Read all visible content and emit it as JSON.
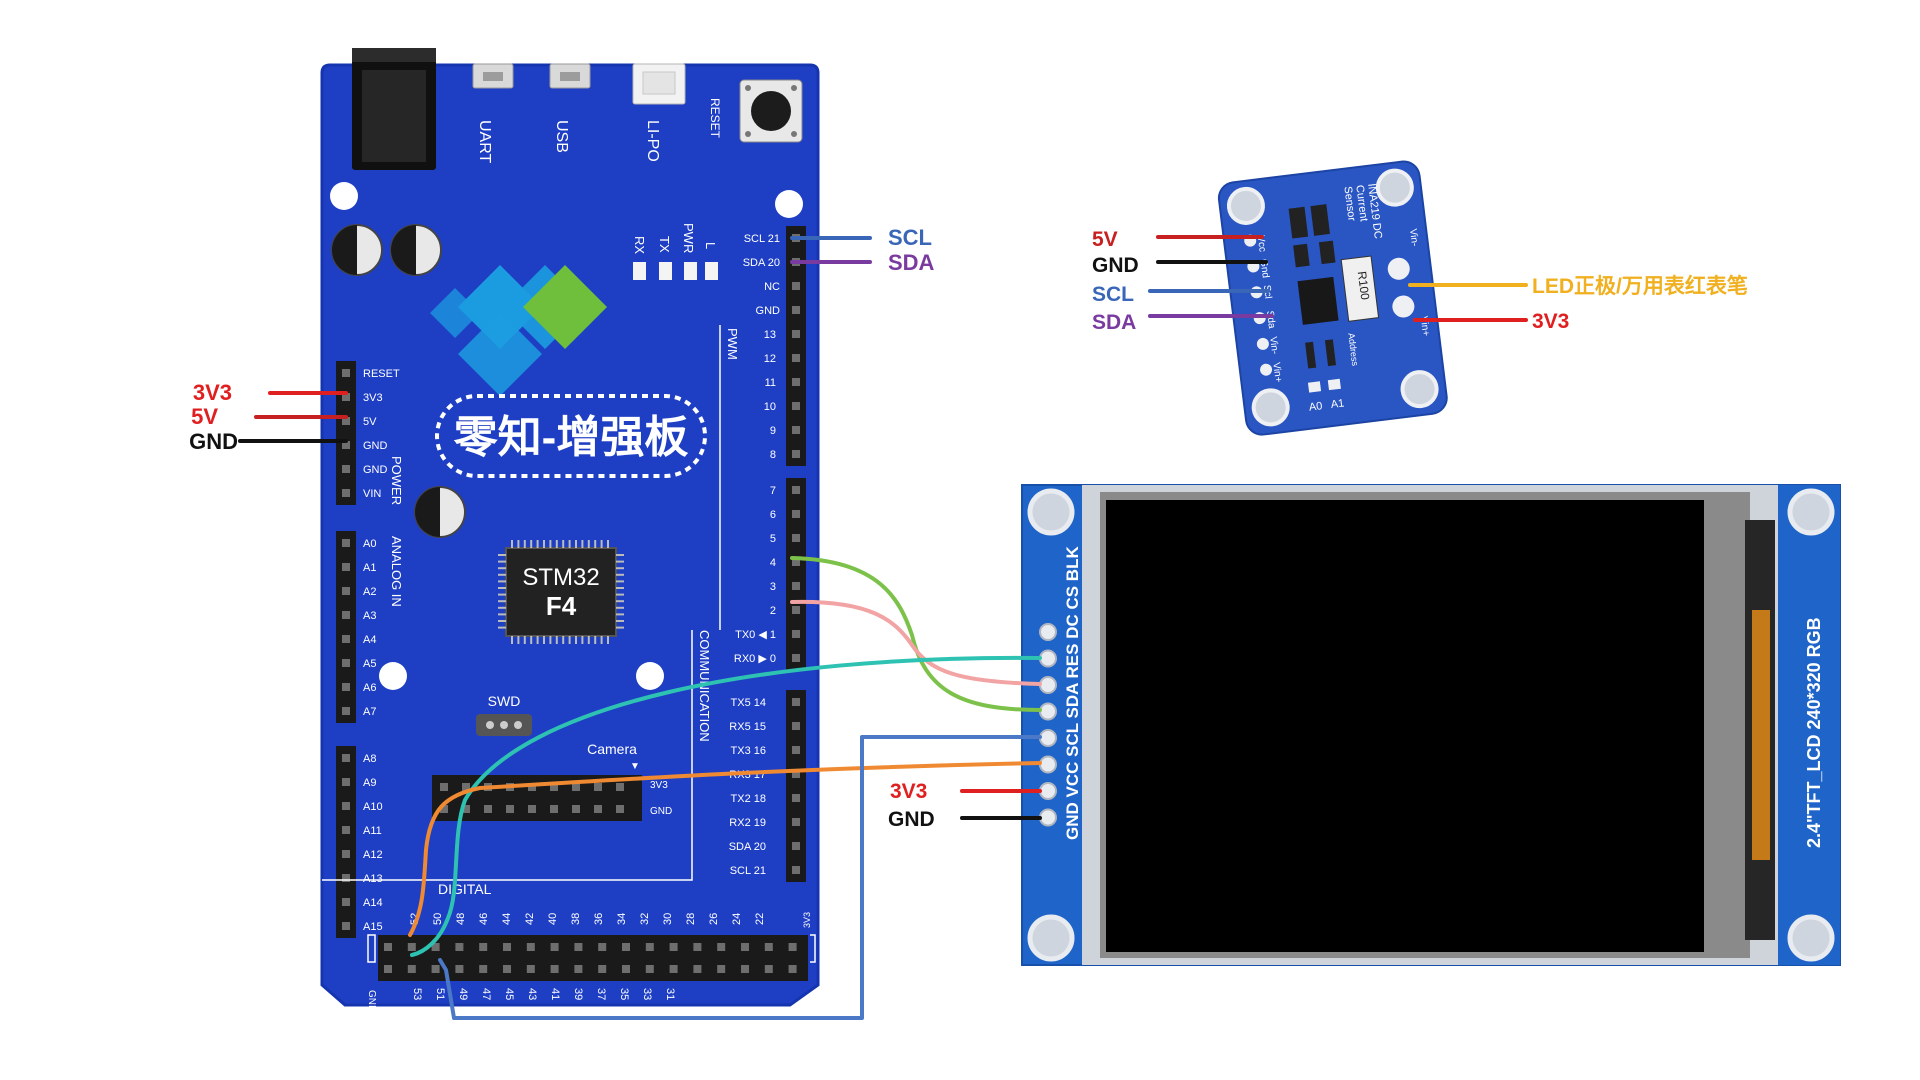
{
  "board": {
    "title": "零知-增强板",
    "chip_line1": "STM32",
    "chip_line2": "F4",
    "top_connectors": [
      "UART",
      "USB",
      "LI-PO"
    ],
    "reset_label": "RESET",
    "leds": [
      "RX",
      "TX",
      "PWR",
      "L"
    ],
    "top_right_pins": [
      "SCL 21",
      "SDA 20",
      "NC",
      "GND"
    ],
    "pwm_label": "PWM",
    "pwm_pins": [
      "13",
      "12",
      "11",
      "10",
      "9",
      "8"
    ],
    "digital_pins_right": [
      "7",
      "6",
      "5",
      "4",
      "3",
      "2"
    ],
    "serial0_pins": [
      "TX0 ◀ 1",
      "RX0 ▶ 0"
    ],
    "communication_label": "COMMUNICATION",
    "comm_pins": [
      "TX5 14",
      "RX5 15",
      "TX3 16",
      "RX3 17",
      "TX2 18",
      "RX2 19",
      "SDA 20",
      "SCL 21"
    ],
    "power_label": "POWER",
    "power_pins": [
      "RESET",
      "3V3",
      "5V",
      "GND",
      "GND",
      "VIN"
    ],
    "analog_label": "ANALOG IN",
    "analog_pins": [
      "A0",
      "A1",
      "A2",
      "A3",
      "A4",
      "A5",
      "A6",
      "A7",
      "A8",
      "A9",
      "A10",
      "A11",
      "A12",
      "A13",
      "A14",
      "A15"
    ],
    "swd_label": "SWD",
    "camera_label": "Camera",
    "camera_pins": [
      "3V3",
      "GND"
    ],
    "digital_label": "DIGITAL",
    "bottom_top_numbers": [
      "52",
      "50",
      "48",
      "46",
      "44",
      "42",
      "40",
      "38",
      "36",
      "34",
      "32",
      "30",
      "28",
      "26",
      "24",
      "22"
    ],
    "bottom_top_end": "3V3",
    "bottom_low_numbers": [
      "53",
      "51",
      "49",
      "47",
      "45",
      "43",
      "41",
      "39",
      "37",
      "35",
      "33",
      "31"
    ],
    "bottom_low_start": "GND"
  },
  "left_labels": [
    {
      "text": "3V3",
      "color": "#e02020"
    },
    {
      "text": "5V",
      "color": "#e02020"
    },
    {
      "text": "GND",
      "color": "#111111"
    }
  ],
  "i2c_labels": [
    {
      "text": "SCL",
      "color": "#3a66b8"
    },
    {
      "text": "SDA",
      "color": "#7a3ba0"
    }
  ],
  "sensor": {
    "silk_lines": [
      "INA219 DC",
      "Current",
      "Sensor"
    ],
    "pin_labels": [
      "Vcc",
      "Gnd",
      "Scl",
      "Sda",
      "Vin-",
      "Vin+"
    ],
    "right_pins": [
      "Vin-",
      "Vin+"
    ],
    "chip_label": "R100",
    "address_label": "Address",
    "a_pins": [
      "A0",
      "A1"
    ]
  },
  "sensor_left_labels": [
    {
      "text": "5V",
      "color": "#c62020"
    },
    {
      "text": "GND",
      "color": "#111111"
    },
    {
      "text": "SCL",
      "color": "#3a66b8"
    },
    {
      "text": "SDA",
      "color": "#7a3ba0"
    }
  ],
  "sensor_right_labels": [
    {
      "text": "LED正极/万用表红表笔",
      "color": "#f0b020"
    },
    {
      "text": "3V3",
      "color": "#e02020"
    }
  ],
  "lcd": {
    "pin_labels": "GND VCC SCL SDA RES DC CS BLK",
    "side_text": "2.4\"TFT_LCD 240*320 RGB"
  },
  "lcd_labels": [
    {
      "text": "3V3",
      "color": "#e02020"
    },
    {
      "text": "GND",
      "color": "#111111"
    }
  ],
  "colors": {
    "board_blue": "#1e3fc4",
    "board_edge": "#1534b0",
    "wire_green": "#7cc24a",
    "wire_pink": "#f2a3a3",
    "wire_teal": "#2ec2b2",
    "wire_orange": "#f08a32",
    "wire_blue": "#4c78c8",
    "sensor_blue": "#2a56c4",
    "lcd_blue": "#1f64c8",
    "red": "#e02020",
    "purple": "#7a3ba0",
    "yellow": "#f0b020"
  }
}
